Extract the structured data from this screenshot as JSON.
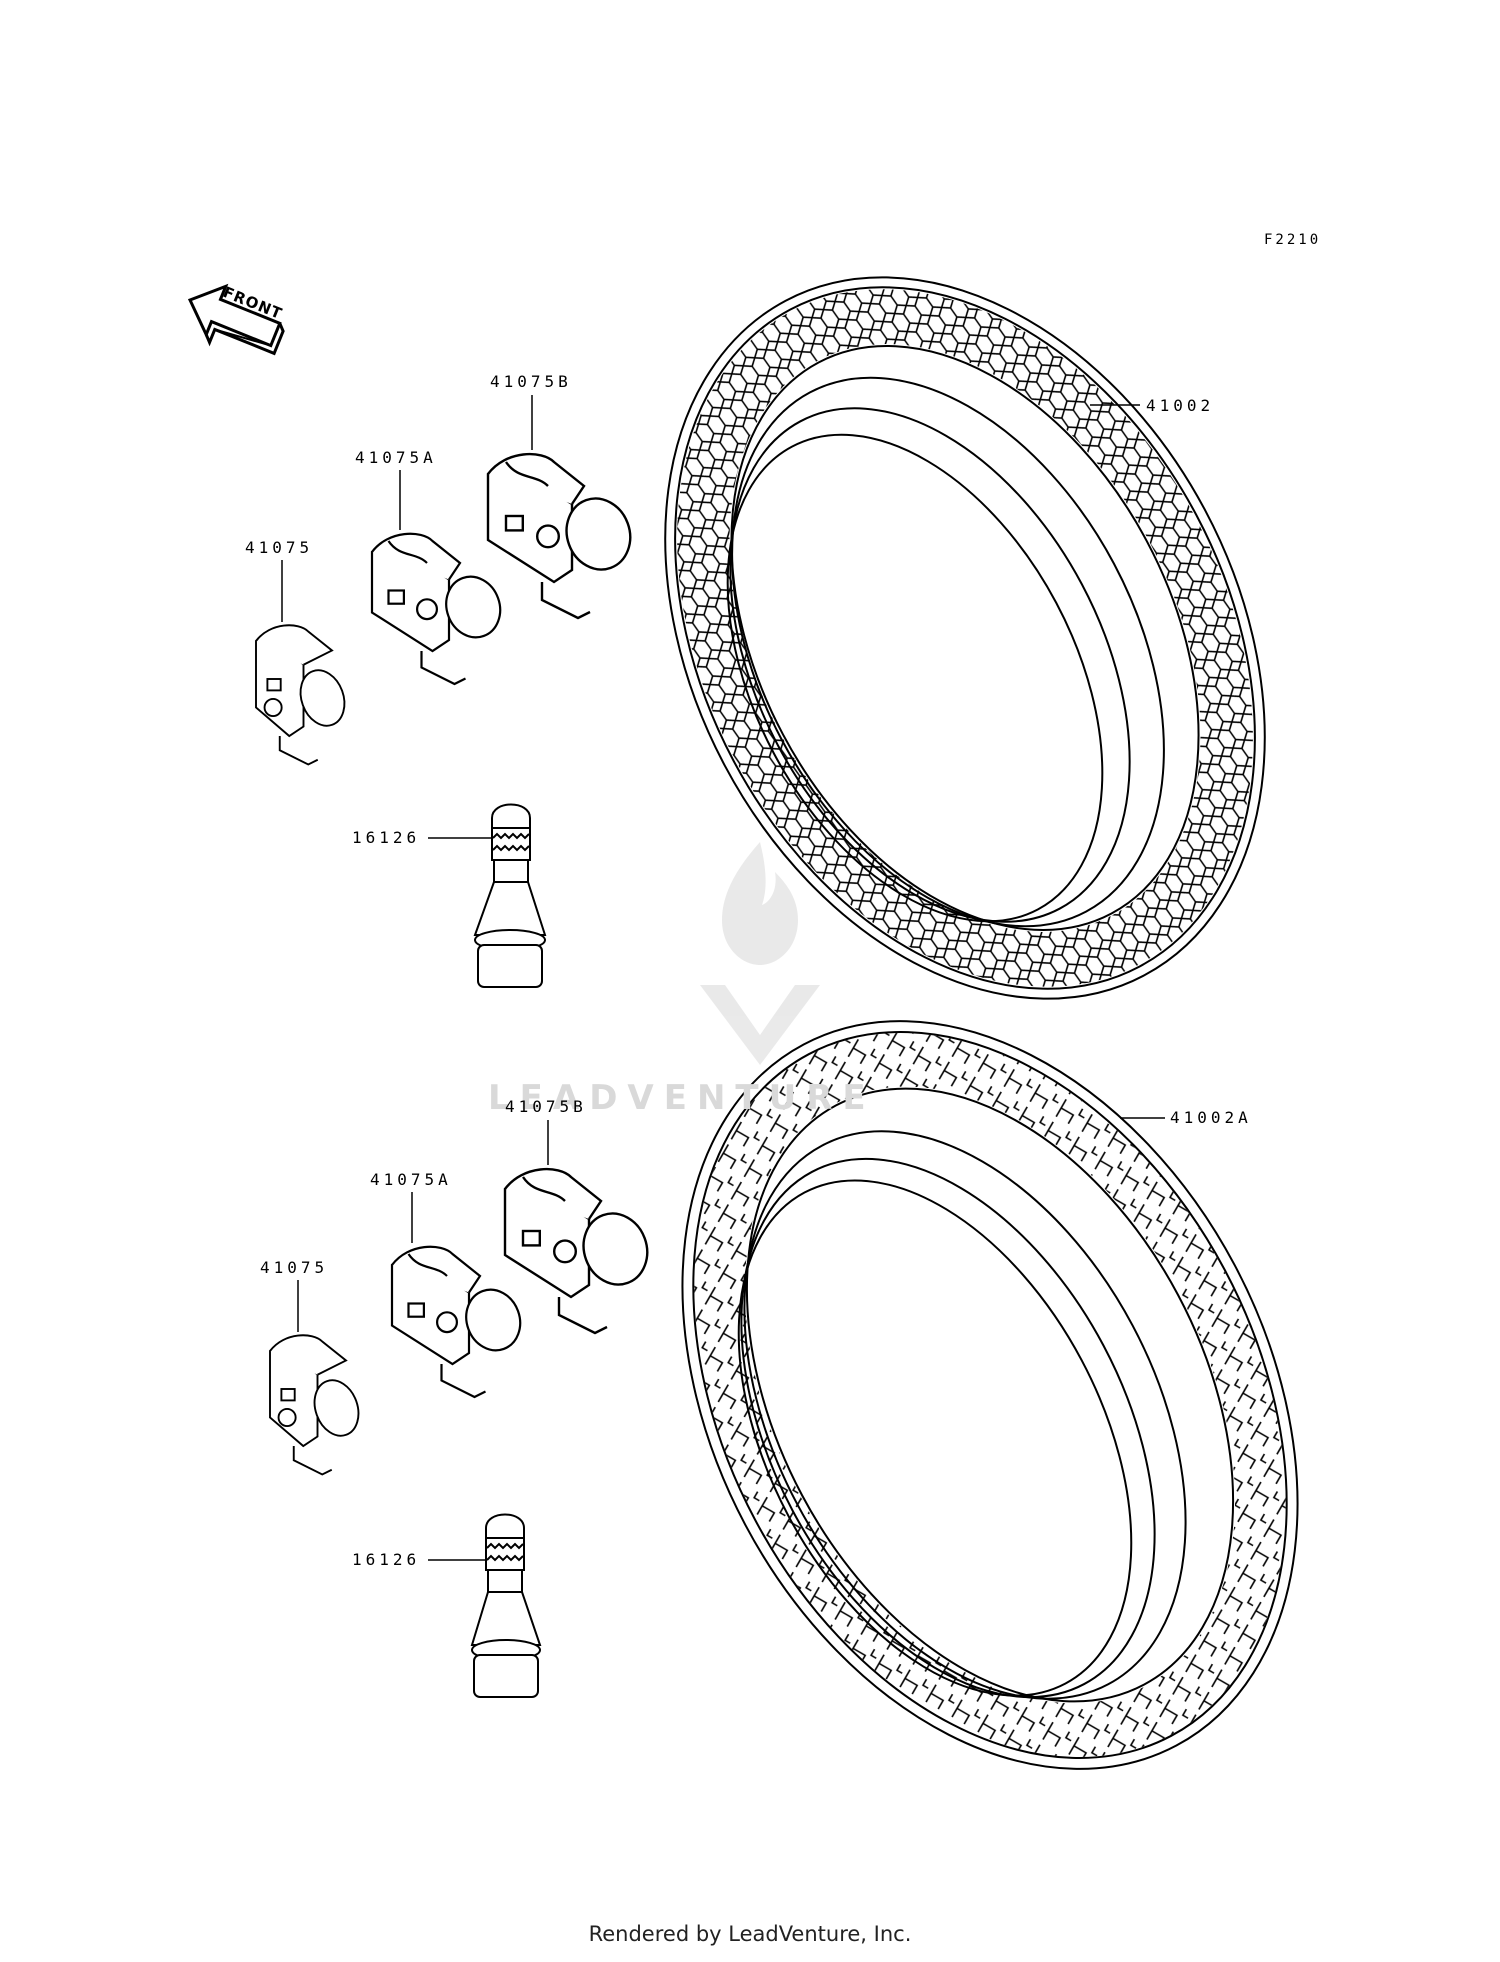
{
  "diagram_code": "F2210",
  "front_arrow_label": "FRONT",
  "watermark": "LEADVENTURE",
  "footer": "Rendered by LeadVenture, Inc.",
  "upper_group": {
    "tire": "41002",
    "weight_a": "41075",
    "weight_b": "41075A",
    "weight_c": "41075B",
    "valve": "16126"
  },
  "lower_group": {
    "tire": "41002A",
    "weight_a": "41075",
    "weight_b": "41075A",
    "weight_c": "41075B",
    "valve": "16126"
  }
}
